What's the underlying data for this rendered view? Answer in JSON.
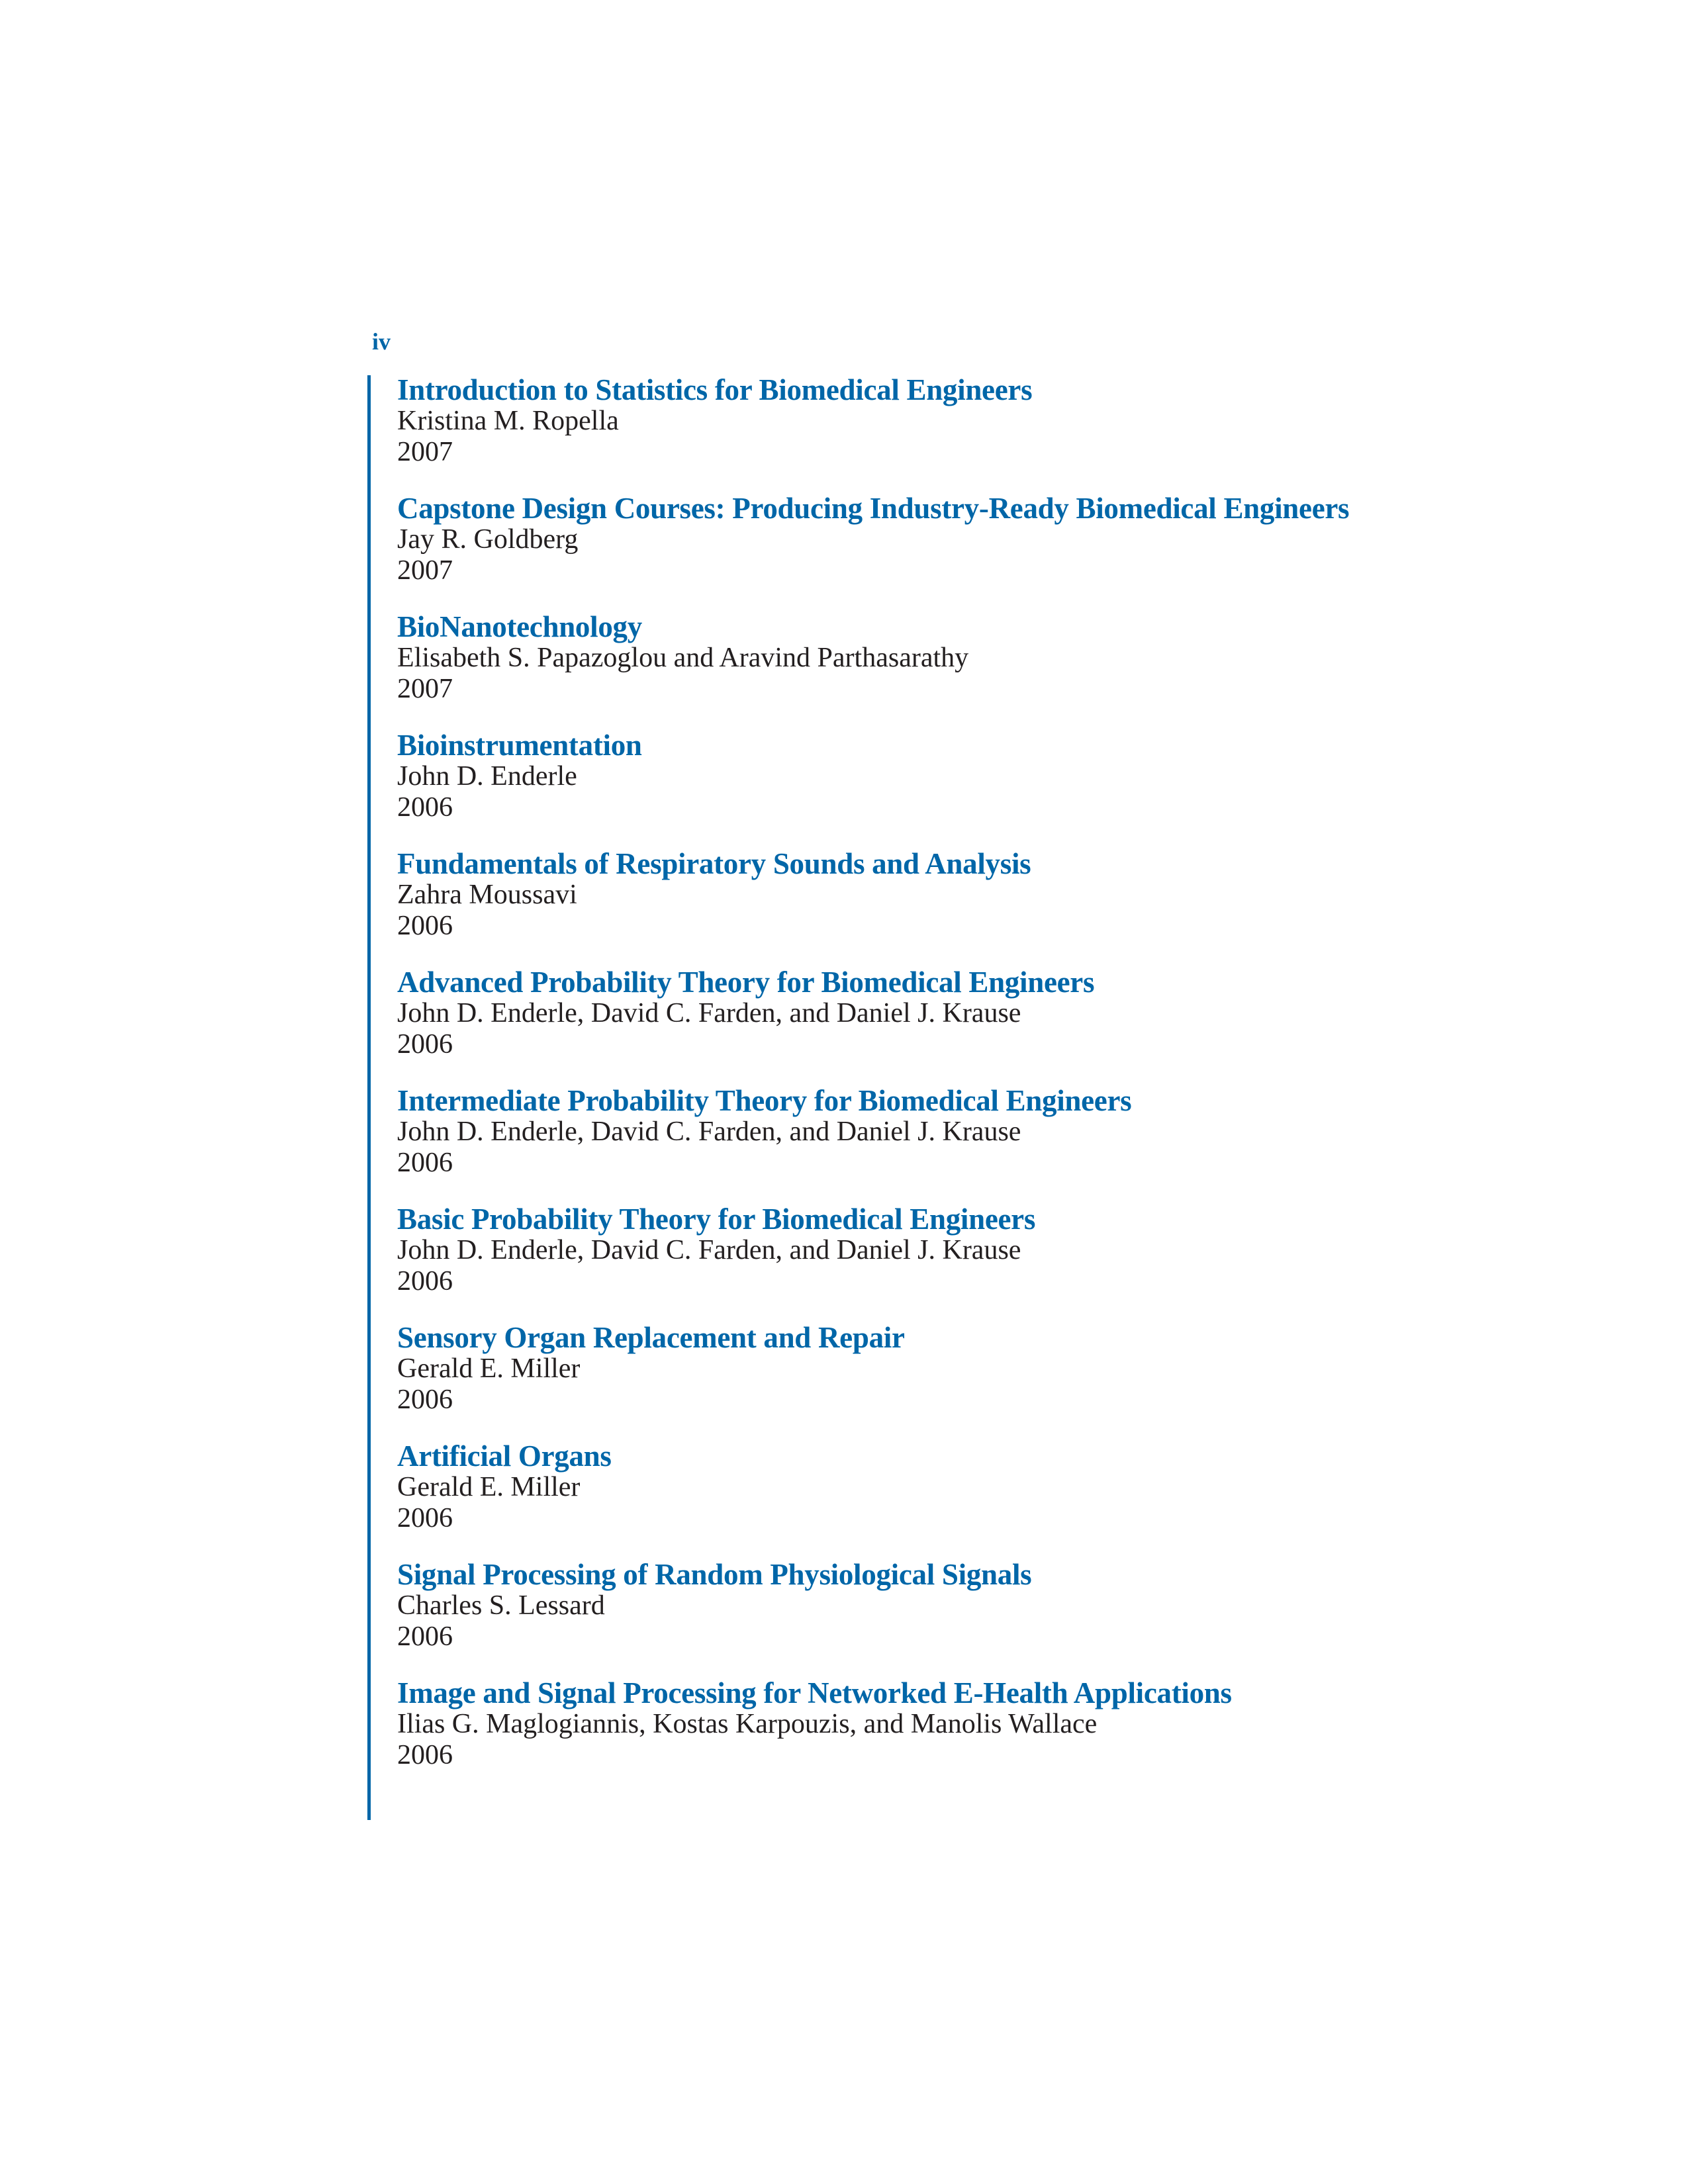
{
  "page_number": "iv",
  "accent_color": "#0066a8",
  "entries": [
    {
      "title": "Introduction to Statistics for Biomedical Engineers",
      "author": "Kristina M. Ropella",
      "year": "2007"
    },
    {
      "title": "Capstone Design Courses: Producing Industry-Ready Biomedical Engineers",
      "author": "Jay R. Goldberg",
      "year": "2007"
    },
    {
      "title": "BioNanotechnology",
      "author": "Elisabeth S. Papazoglou and Aravind Parthasarathy",
      "year": "2007"
    },
    {
      "title": "Bioinstrumentation",
      "author": "John D. Enderle",
      "year": "2006"
    },
    {
      "title": "Fundamentals of Respiratory Sounds and Analysis",
      "author": "Zahra Moussavi",
      "year": "2006"
    },
    {
      "title": "Advanced Probability Theory for Biomedical Engineers",
      "author": "John D. Enderle, David C. Farden, and Daniel J. Krause",
      "year": "2006"
    },
    {
      "title": "Intermediate Probability Theory for Biomedical Engineers",
      "author": "John D. Enderle, David C. Farden, and Daniel J. Krause",
      "year": "2006"
    },
    {
      "title": "Basic Probability Theory for Biomedical Engineers",
      "author": "John D. Enderle, David C. Farden, and Daniel J. Krause",
      "year": "2006"
    },
    {
      "title": "Sensory Organ Replacement and Repair",
      "author": "Gerald E. Miller",
      "year": "2006"
    },
    {
      "title": "Artificial Organs",
      "author": "Gerald E. Miller",
      "year": "2006"
    },
    {
      "title": "Signal Processing of Random Physiological Signals",
      "author": "Charles S. Lessard",
      "year": "2006"
    },
    {
      "title": "Image and Signal Processing for Networked E-Health Applications",
      "author": "Ilias G. Maglogiannis, Kostas Karpouzis, and Manolis Wallace",
      "year": "2006"
    }
  ]
}
